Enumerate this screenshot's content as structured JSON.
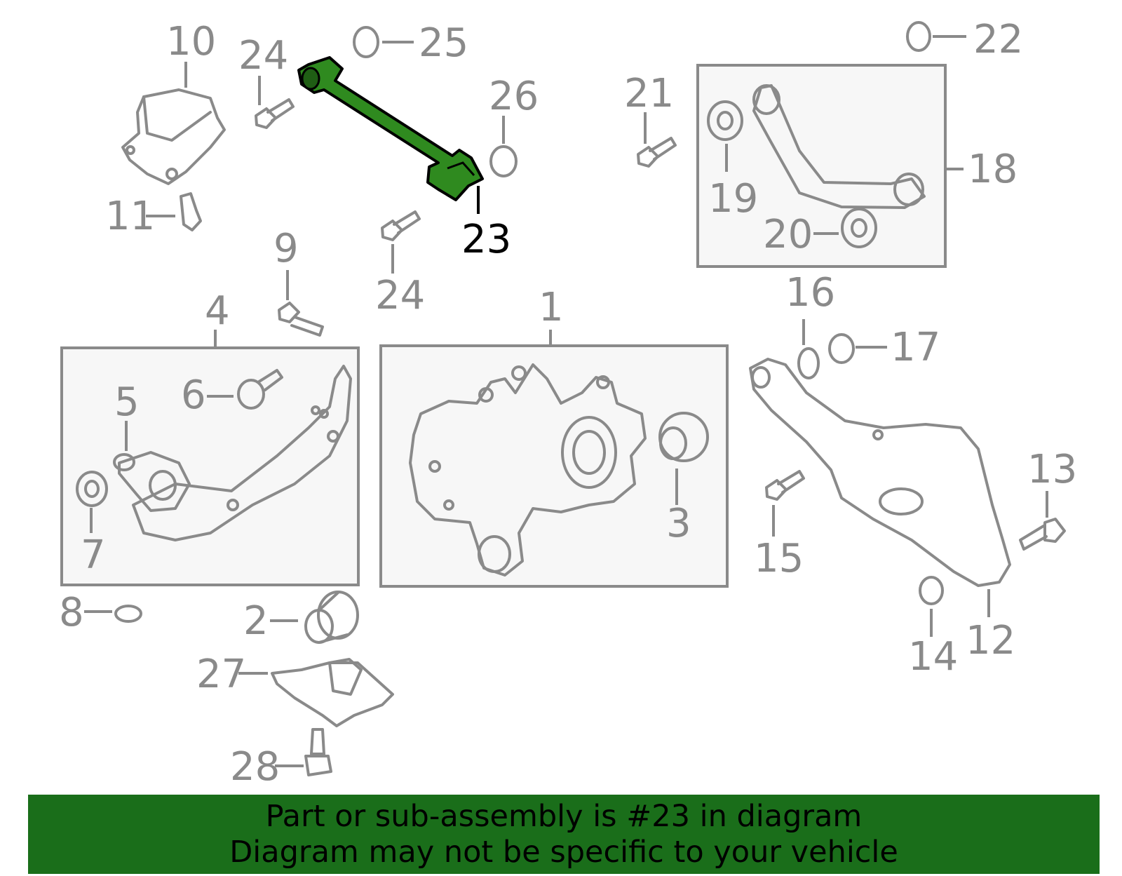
{
  "highlight_color": "#1a6e1a",
  "part_color": "#2f8a1f",
  "callouts": {
    "c1": "1",
    "c2": "2",
    "c3": "3",
    "c4": "4",
    "c5": "5",
    "c6": "6",
    "c7": "7",
    "c8": "8",
    "c9": "9",
    "c10": "10",
    "c11": "11",
    "c12": "12",
    "c13": "13",
    "c14": "14",
    "c15": "15",
    "c16": "16",
    "c17": "17",
    "c18": "18",
    "c19": "19",
    "c20": "20",
    "c21": "21",
    "c22": "22",
    "c23": "23",
    "c24a": "24",
    "c24b": "24",
    "c25": "25",
    "c26": "26",
    "c27": "27",
    "c28": "28"
  },
  "highlighted_callout": "23",
  "banner": {
    "line1": "Part or sub-assembly is #23 in diagram",
    "line2": "Diagram may not be specific to your vehicle"
  }
}
